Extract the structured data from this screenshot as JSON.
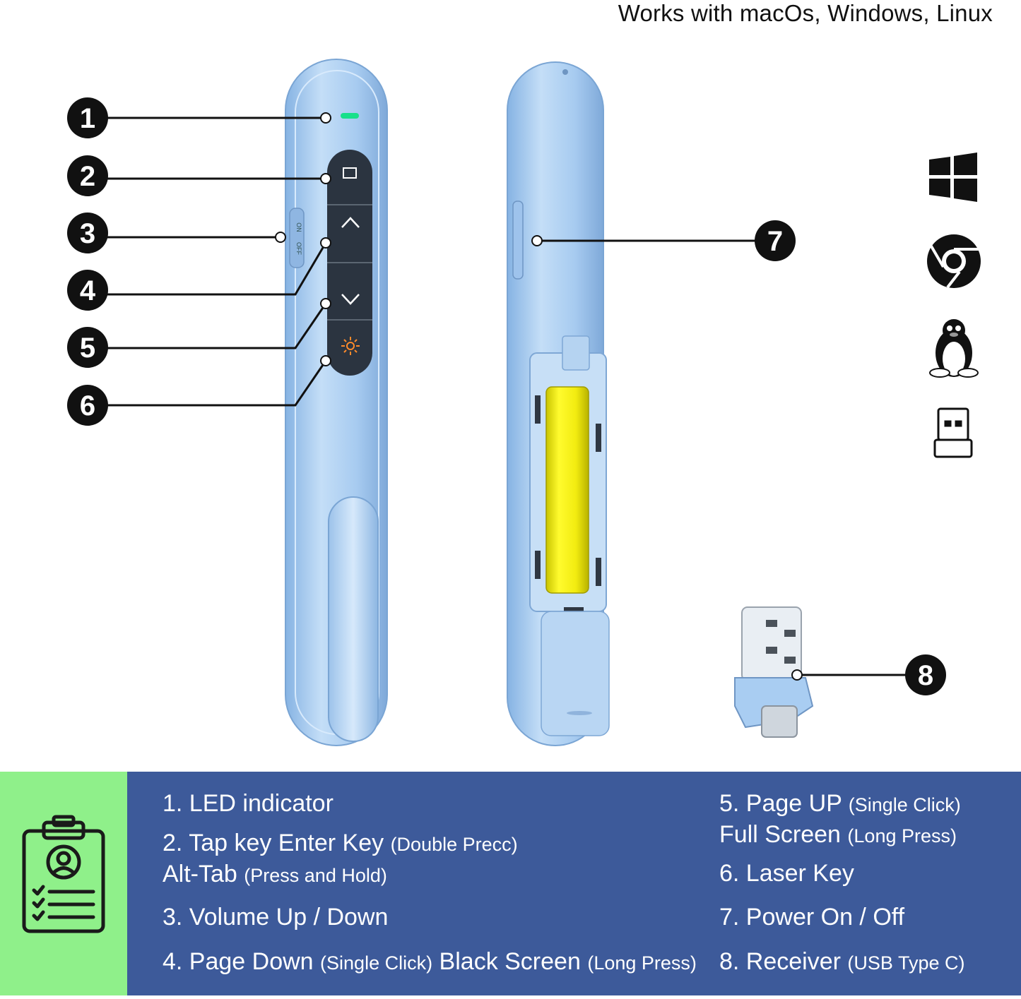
{
  "compat_text": "Works with macOs, Windows, Linux",
  "callouts": [
    "1",
    "2",
    "3",
    "4",
    "5",
    "6",
    "7",
    "8"
  ],
  "switch": {
    "on": "ON",
    "off": "OFF"
  },
  "os_icons": [
    "windows-icon",
    "chrome-icon",
    "linux-icon",
    "usb-receiver-icon"
  ],
  "legend": {
    "left": [
      {
        "main": "1. LED indicator",
        "note": ""
      },
      {
        "main": "2. Tap key Enter Key",
        "note": "(Double Precc)"
      },
      {
        "main": "Alt-Tab",
        "note": "(Press and Hold)"
      },
      {
        "main": "3. Volume Up / Down",
        "note": ""
      },
      {
        "main": "4. Page Down",
        "note": "(Single Click)",
        "main2": "Black Screen",
        "note2": "(Long Press)"
      }
    ],
    "right": [
      {
        "main": "5. Page UP",
        "note": "(Single Click)"
      },
      {
        "main": "Full Screen",
        "note": "(Long Press)"
      },
      {
        "main": "6. Laser Key",
        "note": ""
      },
      {
        "main": "7. Power On / Off",
        "note": ""
      },
      {
        "main": "8. Receiver",
        "note": "(USB Type C)"
      }
    ]
  },
  "colors": {
    "panel": "#3d5a9a",
    "green": "#8ff08a",
    "device": "#a9cdf2",
    "battery": "#f2ef1a",
    "led": "#18e08a"
  }
}
